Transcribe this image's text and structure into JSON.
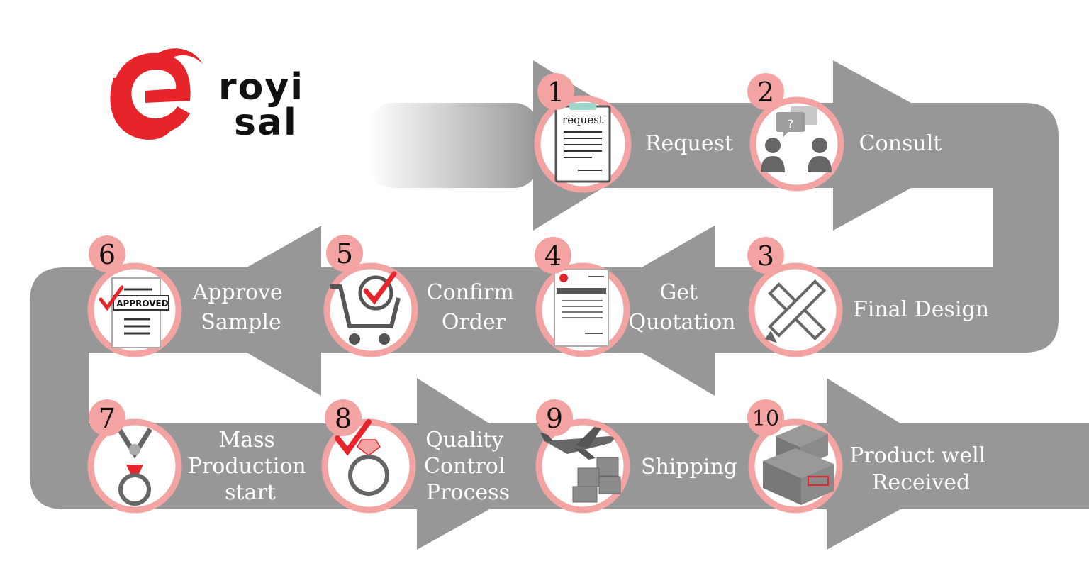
{
  "brand": {
    "name_line1": "royi",
    "name_line2": "sal",
    "logo_color": "#e8242b"
  },
  "colors": {
    "track": "#979797",
    "circle_ring": "#f4a3a3",
    "circle_fill": "#ffffff",
    "badge": "#f4a3a3",
    "accent_red": "#e8242b",
    "icon_gray": "#666666"
  },
  "steps": [
    {
      "number": "1",
      "label": [
        "Request"
      ],
      "icon": "request-clipboard-icon",
      "icon_text": "request"
    },
    {
      "number": "2",
      "label": [
        "Consult"
      ],
      "icon": "consult-people-icon",
      "icon_text": "?"
    },
    {
      "number": "3",
      "label": [
        "Final Design"
      ],
      "icon": "ruler-pencil-icon"
    },
    {
      "number": "4",
      "label": [
        "Get",
        "Quotation"
      ],
      "icon": "quotation-invoice-icon"
    },
    {
      "number": "5",
      "label": [
        "Confirm",
        "Order"
      ],
      "icon": "cart-check-icon"
    },
    {
      "number": "6",
      "label": [
        "Approve",
        "Sample"
      ],
      "icon": "approved-document-icon",
      "icon_text": "APPROVED"
    },
    {
      "number": "7",
      "label": [
        "Mass",
        "Production",
        "start"
      ],
      "icon": "ring-tool-icon"
    },
    {
      "number": "8",
      "label": [
        "Quality",
        "Control",
        "Process"
      ],
      "icon": "diamond-ring-check-icon"
    },
    {
      "number": "9",
      "label": [
        "Shipping"
      ],
      "icon": "airplane-boxes-icon"
    },
    {
      "number": "10",
      "label": [
        "Product well",
        "Received"
      ],
      "icon": "stacked-boxes-icon"
    }
  ]
}
